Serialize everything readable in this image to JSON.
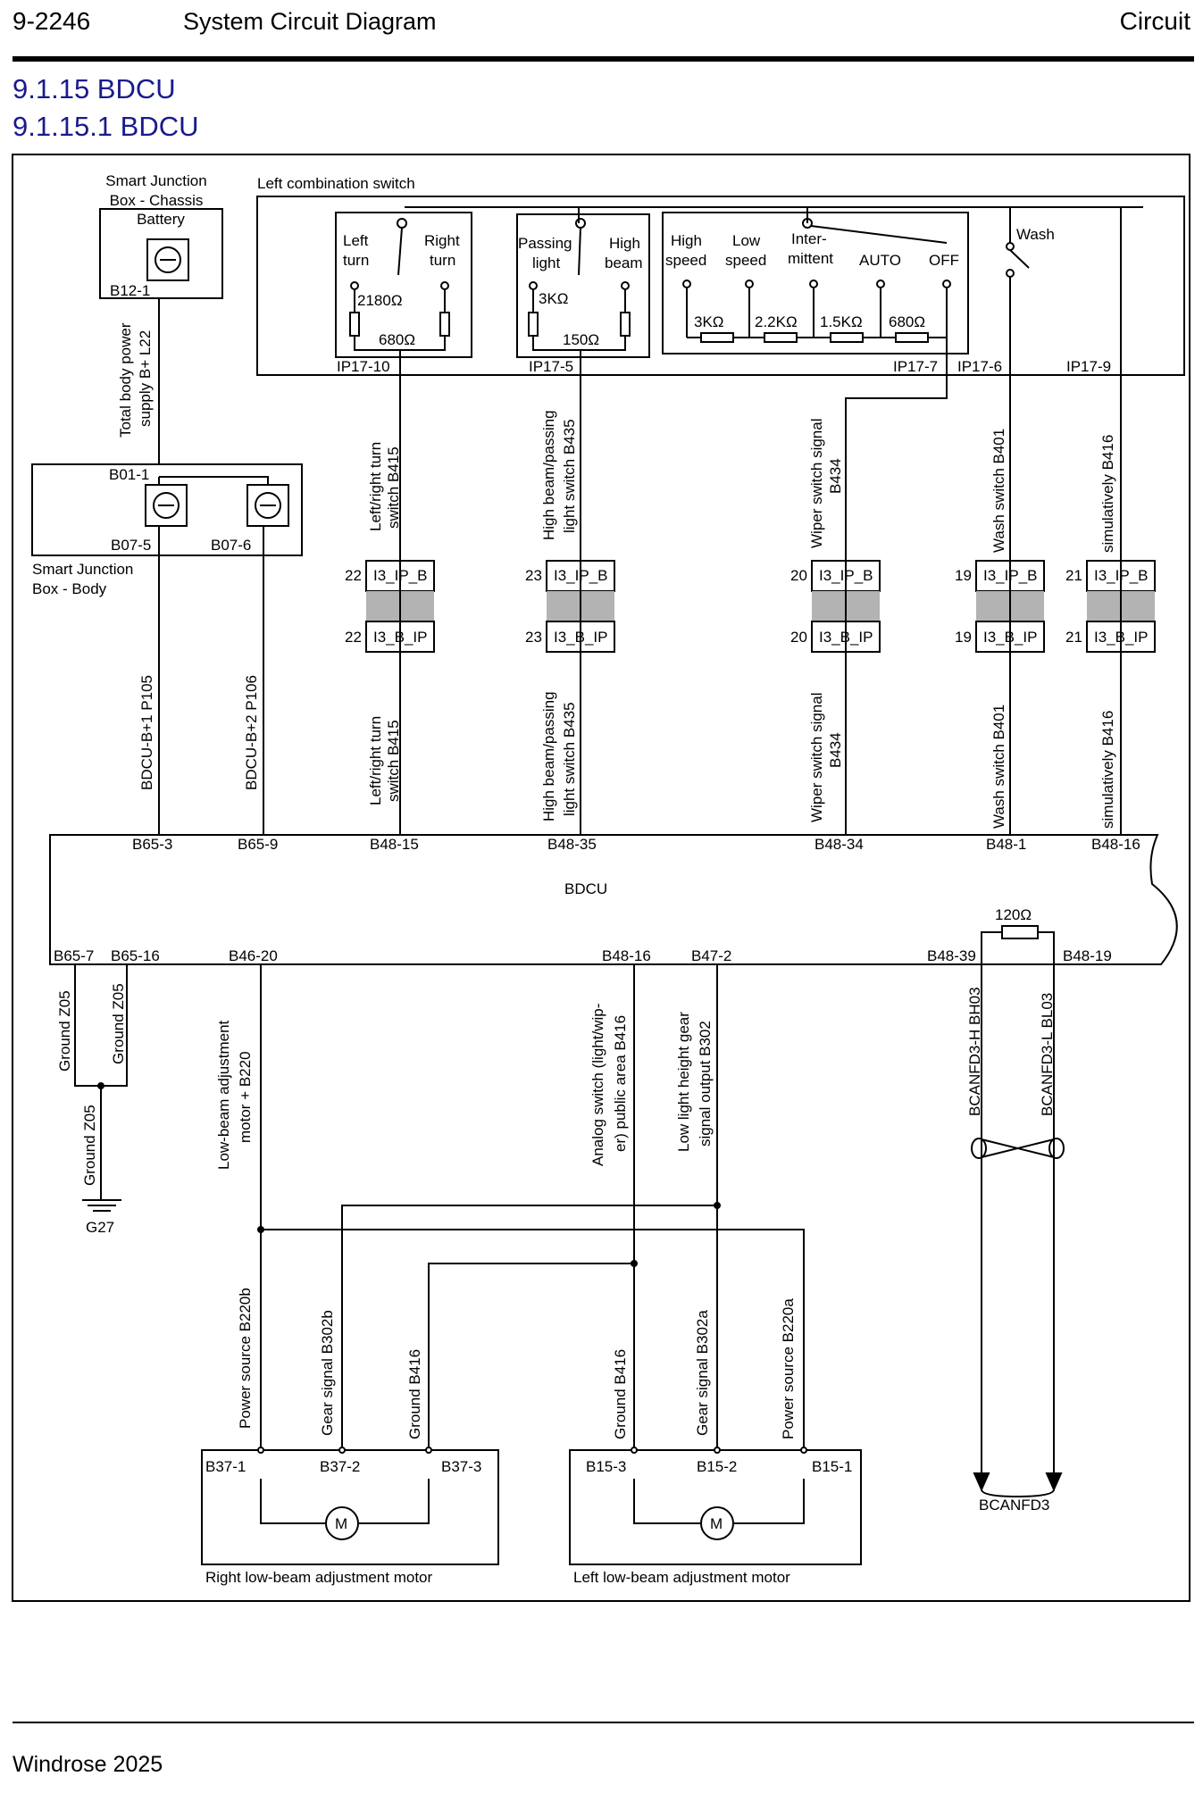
{
  "header": {
    "page_number": "9-2246",
    "title": "System Circuit Diagram",
    "section": "Circuit"
  },
  "headings": {
    "h1": "9.1.15 BDCU",
    "h2": "9.1.15.1 BDCU"
  },
  "footer": {
    "brand": "Windrose  2025"
  },
  "diagram": {
    "sjb_chassis": {
      "label1": "Smart  Junction",
      "label2": "Box  -  Chassis",
      "fuse": "Battery",
      "pin": "B12-1"
    },
    "total_power": {
      "line1": "Total  body  power",
      "line2": "supply  B+  L22"
    },
    "sjb_body": {
      "pin_in": "B01-1",
      "pin_a": "B07-5",
      "pin_b": "B07-6",
      "label1": "Smart  Junction",
      "label2": "Box  -  Body"
    },
    "lcs": {
      "title": "Left  combination  switch",
      "turn": {
        "left1": "Left",
        "left2": "turn",
        "right1": "Right",
        "right2": "turn",
        "r1": "2180Ω",
        "r2": "680Ω"
      },
      "beam": {
        "pass1": "Passing",
        "pass2": "light",
        "high1": "High",
        "high2": "beam",
        "r1": "3KΩ",
        "r2": "150Ω"
      },
      "wiper": {
        "hs1": "High",
        "hs2": "speed",
        "ls1": "Low",
        "ls2": "speed",
        "int1": "Inter-",
        "int2": "mittent",
        "auto": "AUTO",
        "off": "OFF",
        "r": [
          "3KΩ",
          "2.2KΩ",
          "1.5KΩ",
          "680Ω"
        ]
      },
      "wash": "Wash",
      "pins": [
        "IP17-10",
        "IP17-5",
        "IP17-7",
        "IP17-6",
        "IP17-9"
      ]
    },
    "wires_upper": [
      {
        "l1": "Left/right  turn",
        "l2": "switch  B415"
      },
      {
        "l1": "High  beam/passing",
        "l2": "light  switch  B435"
      },
      {
        "l1": "Wiper  switch  signal",
        "l2": "B434"
      },
      {
        "l1": "Wash  switch  B401",
        "l2": ""
      },
      {
        "l1": "simulatively  B416",
        "l2": ""
      }
    ],
    "connectors": [
      {
        "num": "22",
        "top": "I3_IP_B",
        "bot": "I3_B_IP"
      },
      {
        "num": "23",
        "top": "I3_IP_B",
        "bot": "I3_B_IP"
      },
      {
        "num": "20",
        "top": "I3_IP_B",
        "bot": "I3_B_IP"
      },
      {
        "num": "19",
        "top": "I3_IP_B",
        "bot": "I3_B_IP"
      },
      {
        "num": "21",
        "top": "I3_IP_B",
        "bot": "I3_B_IP"
      }
    ],
    "power_wires": [
      "BDCU-B+1  P105",
      "BDCU-B+2  P106"
    ],
    "bdcu": {
      "name": "BDCU",
      "top_pins": [
        "B65-3",
        "B65-9",
        "B48-15",
        "B48-35",
        "B48-34",
        "B48-1",
        "B48-16"
      ],
      "bottom_pins": [
        "B65-7",
        "B65-16",
        "B46-20",
        "B48-16",
        "B47-2",
        "B48-39",
        "B48-19"
      ],
      "resistor": "120Ω"
    },
    "ground": {
      "w1": "Ground  Z05",
      "w2": "Ground  Z05",
      "w3": "Ground  Z05",
      "name": "G27"
    },
    "lower_wires": {
      "lowbeam": {
        "l1": "Low-beam  adjustment",
        "l2": "motor  +  B220"
      },
      "analog": {
        "l1": "Analog  switch  (light/wip-",
        "l2": "er)  public  area    B416"
      },
      "gear": {
        "l1": "Low  light  height  gear",
        "l2": "signal  output  B302"
      },
      "canh": "BCANFD3-H  BH03",
      "canl": "BCANFD3-L  BL03"
    },
    "right_motor": {
      "w1": "Power  source  B220b",
      "w2": "Gear  signal  B302b",
      "w3": "Ground    B416",
      "pins": [
        "B37-1",
        "B37-2",
        "B37-3"
      ],
      "name": "Right  low-beam  adjustment  motor",
      "m": "M"
    },
    "left_motor": {
      "w1": "Ground    B416",
      "w2": "Gear  signal  B302a",
      "w3": "Power  source  B220a",
      "pins": [
        "B15-3",
        "B15-2",
        "B15-1"
      ],
      "name": "Left  low-beam  adjustment  motor",
      "m": "M"
    },
    "can_bus": "BCANFD3"
  }
}
